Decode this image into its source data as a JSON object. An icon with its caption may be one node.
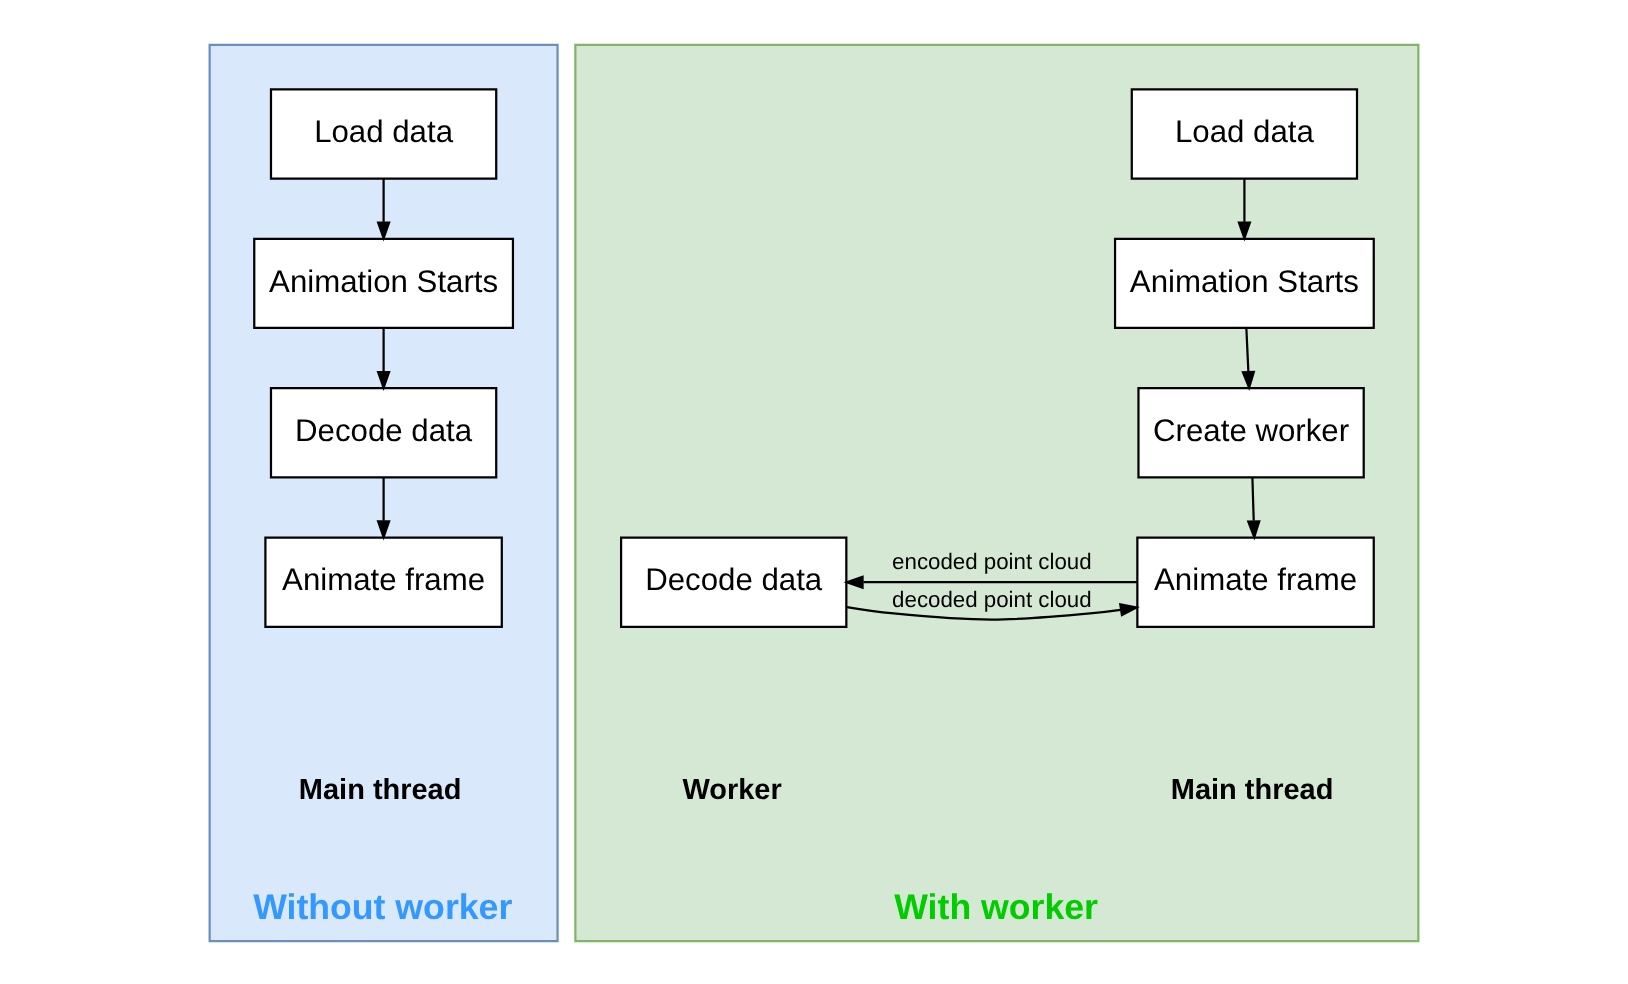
{
  "diagram": {
    "nodes": [
      {
        "text": [
          "Without worker"
        ]
      },
      {
        "text": [
          "Load data"
        ],
        "in": 0
      },
      {
        "text": [
          "Animation Starts"
        ],
        "in": 0
      },
      {
        "text": [
          "Decode data"
        ],
        "in": 0
      },
      {
        "text": [
          "Animate frame"
        ],
        "in": 0
      },
      {
        "text": [
          "With worker"
        ]
      },
      {
        "text": [
          "Load data"
        ],
        "in": 5
      },
      {
        "text": [
          "Animation Starts"
        ],
        "in": 5
      },
      {
        "text": [
          "Create worker"
        ],
        "in": 5
      },
      {
        "text": [
          "Animate frame"
        ],
        "in": 5
      },
      {
        "text": [
          "Decode data"
        ],
        "in": 5
      }
    ],
    "edges": [
      {
        "from": 1,
        "to": 2,
        "arrow": "to"
      },
      {
        "from": 2,
        "to": 3,
        "arrow": "to"
      },
      {
        "from": 3,
        "to": 4,
        "arrow": "to"
      },
      {
        "from": 6,
        "to": 7,
        "arrow": "to"
      },
      {
        "from": 7,
        "to": 8,
        "arrow": "to"
      },
      {
        "from": 8,
        "to": 9,
        "arrow": "to"
      },
      {
        "from": 9,
        "to": 10,
        "label": "encoded point cloud",
        "arrow": "to"
      },
      {
        "from": 10,
        "to": 9,
        "label": "decoded point cloud",
        "arrow": "to"
      }
    ],
    "labels": [
      "Main thread",
      "Main thread",
      "Worker"
    ]
  }
}
